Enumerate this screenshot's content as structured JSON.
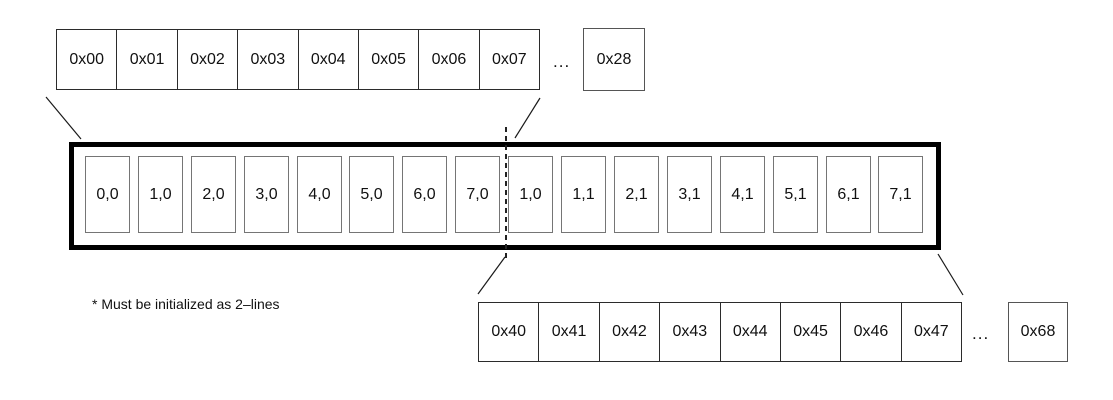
{
  "top_address_row": {
    "cells": [
      "0x00",
      "0x01",
      "0x02",
      "0x03",
      "0x04",
      "0x05",
      "0x06",
      "0x07"
    ],
    "ellipsis": "...",
    "last_cell": "0x28"
  },
  "buffer_row": {
    "cells": [
      "0,0",
      "1,0",
      "2,0",
      "3,0",
      "4,0",
      "5,0",
      "6,0",
      "7,0",
      "1,0",
      "1,1",
      "2,1",
      "3,1",
      "4,1",
      "5,1",
      "6,1",
      "7,1"
    ]
  },
  "bottom_address_row": {
    "cells": [
      "0x40",
      "0x41",
      "0x42",
      "0x43",
      "0x44",
      "0x45",
      "0x46",
      "0x47"
    ],
    "ellipsis": "...",
    "last_cell": "0x68"
  },
  "note": "* Must be initialized as 2–lines",
  "colors": {
    "background": "#ffffff",
    "line": "#1a1a1a",
    "address_cell_border": "#2b2b2b",
    "standalone_box_border": "#555555",
    "buffer_border": "#000000",
    "buffer_cell_border": "#757575"
  }
}
